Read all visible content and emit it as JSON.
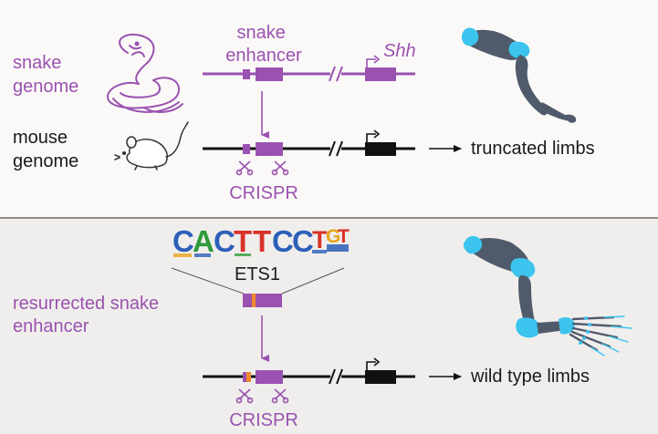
{
  "colors": {
    "purple": "#9a52b0",
    "black": "#111111",
    "bone_dark": "#4f5a6b",
    "bone_cyan": "#3cc4ee",
    "orange_site": "#f28a2c"
  },
  "top": {
    "snake_genome_label": [
      "snake",
      "genome"
    ],
    "snake_enhancer_label": [
      "snake",
      "enhancer"
    ],
    "gene_label": "Shh",
    "mouse_genome_label": [
      "mouse",
      "genome"
    ],
    "crispr_label": "CRISPR",
    "outcome_label": "truncated limbs"
  },
  "bottom": {
    "motif_sequence": [
      "C",
      "A",
      "C",
      "T",
      "T",
      "C",
      "C",
      "T",
      "G",
      "T"
    ],
    "motif_name": "ETS1",
    "resurrected_label": [
      "resurrected snake",
      "enhancer"
    ],
    "crispr_label": "CRISPR",
    "outcome_label": "wild type limbs"
  },
  "icons": {
    "snake": "cobra-icon",
    "mouse": "mouse-icon",
    "scissors": "scissors-icon",
    "limb_truncated": "truncated-limb-icon",
    "limb_wildtype": "wild-type-limb-icon"
  }
}
